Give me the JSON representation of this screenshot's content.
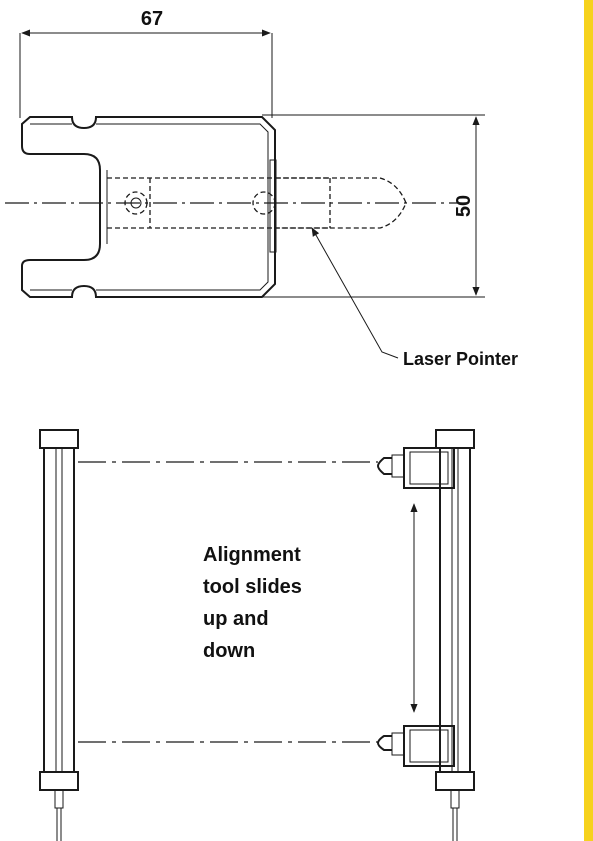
{
  "labels": {
    "width_dimension": "67",
    "height_dimension": "50",
    "laser_pointer": "Laser Pointer",
    "alignment_note_line1": "Alignment",
    "alignment_note_line2": "tool slides",
    "alignment_note_line3": "up and",
    "alignment_note_line4": "down"
  },
  "colors": {
    "accent_bar": "#f6d21d",
    "line": "#1a1a1a"
  }
}
